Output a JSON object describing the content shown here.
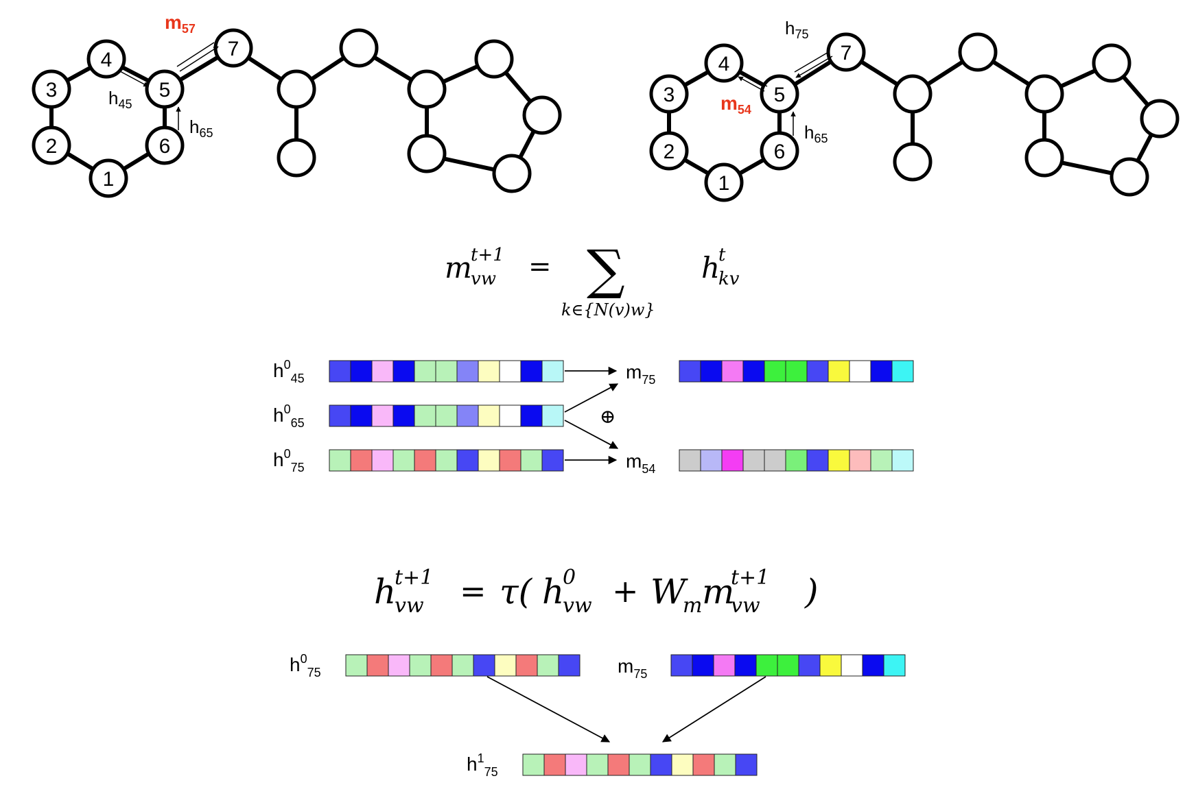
{
  "graph_left": {
    "node_labels": [
      "1",
      "2",
      "3",
      "4",
      "5",
      "6",
      "7"
    ],
    "message_label": {
      "base": "m",
      "sub": "57",
      "color": "#e8361b"
    },
    "edge_labels": [
      {
        "base": "h",
        "sub": "45"
      },
      {
        "base": "h",
        "sub": "65"
      }
    ]
  },
  "graph_right": {
    "node_labels": [
      "1",
      "2",
      "3",
      "4",
      "5",
      "6",
      "7"
    ],
    "message_label": {
      "base": "m",
      "sub": "54",
      "color": "#e8361b"
    },
    "edge_labels": [
      {
        "base": "h",
        "sub": "75"
      },
      {
        "base": "h",
        "sub": "65"
      }
    ]
  },
  "equation_message": {
    "lhs": "m",
    "lhs_sup": "t+1",
    "lhs_sub": "vw",
    "equals": "=",
    "sum": "∑",
    "sum_sub": "k∈{N(v)w}",
    "rhs": "h",
    "rhs_sup": "t",
    "rhs_sub": "kv"
  },
  "vectors_block1": {
    "inputs": [
      {
        "base": "h",
        "sup": "0",
        "sub": "45",
        "colors": [
          "#4747f4",
          "#0a0af0",
          "#f9b8f9",
          "#0a0af0",
          "#b8f2b8",
          "#b8f2b8",
          "#8484f7",
          "#fdfdc0",
          "#ffffff",
          "#0a0af0",
          "#b8f7f7"
        ]
      },
      {
        "base": "h",
        "sup": "0",
        "sub": "65",
        "colors": [
          "#4747f4",
          "#0a0af0",
          "#f9b8f9",
          "#0a0af0",
          "#b8f2b8",
          "#b8f2b8",
          "#8484f7",
          "#fdfdc0",
          "#ffffff",
          "#0a0af0",
          "#b8f7f7"
        ]
      },
      {
        "base": "h",
        "sup": "0",
        "sub": "75",
        "colors": [
          "#b8f2b8",
          "#f47a7a",
          "#f9b8f9",
          "#b8f2b8",
          "#f47a7a",
          "#b8f2b8",
          "#4747f4",
          "#fdfdc0",
          "#f47a7a",
          "#b8f2b8",
          "#4747f4"
        ]
      }
    ],
    "oplus": "⊕",
    "outputs": [
      {
        "base": "m",
        "sub": "75",
        "colors": [
          "#4747f4",
          "#0a0af0",
          "#f47af4",
          "#0a0af0",
          "#3df03d",
          "#3df03d",
          "#4747f4",
          "#f9f93d",
          "#ffffff",
          "#0a0af0",
          "#3df4f4"
        ]
      },
      {
        "base": "m",
        "sub": "54",
        "colors": [
          "#cccccc",
          "#b8b8f7",
          "#f43df4",
          "#cccccc",
          "#cccccc",
          "#7af07a",
          "#4747f4",
          "#f9f93d",
          "#fdbcbc",
          "#b8f2b8",
          "#bcf9f9"
        ]
      }
    ]
  },
  "equation_update": {
    "lhs": "h",
    "lhs_sup": "t+1",
    "lhs_sub": "vw",
    "equals": "=",
    "tau": "τ(",
    "h0": "h",
    "h0_sup": "0",
    "h0_sub": "vw",
    "plus": "+",
    "W": "W",
    "W_sub": "m",
    "m": "m",
    "m_sup": "t+1",
    "m_sub": "vw",
    "close": ")"
  },
  "vectors_block2": {
    "left": {
      "base": "h",
      "sup": "0",
      "sub": "75",
      "colors": [
        "#b8f2b8",
        "#f47a7a",
        "#f9b8f9",
        "#b8f2b8",
        "#f47a7a",
        "#b8f2b8",
        "#4747f4",
        "#fdfdc0",
        "#f47a7a",
        "#b8f2b8",
        "#4747f4"
      ]
    },
    "right": {
      "base": "m",
      "sub": "75",
      "colors": [
        "#4747f4",
        "#0a0af0",
        "#f47af4",
        "#0a0af0",
        "#3df03d",
        "#3df03d",
        "#4747f4",
        "#f9f93d",
        "#ffffff",
        "#0a0af0",
        "#3df4f4"
      ]
    },
    "result": {
      "base": "h",
      "sup": "1",
      "sub": "75",
      "colors": [
        "#b8f2b8",
        "#f47a7a",
        "#f9b8f9",
        "#b8f2b8",
        "#f47a7a",
        "#b8f2b8",
        "#4747f4",
        "#fdfdc0",
        "#f47a7a",
        "#b8f2b8",
        "#4747f4"
      ]
    }
  }
}
